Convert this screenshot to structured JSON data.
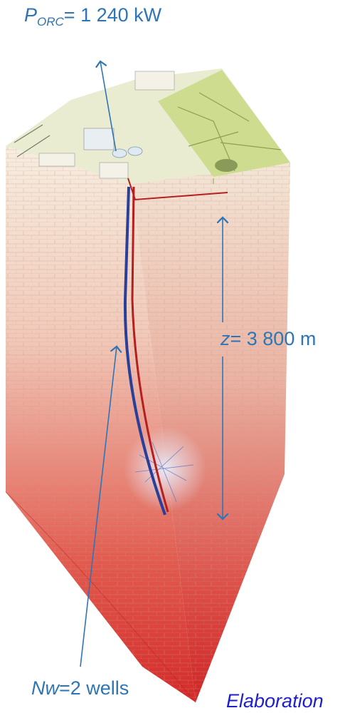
{
  "labels": {
    "power_symbol": "P",
    "power_subscript": "ORC",
    "power_value": "= 1 240 kW",
    "depth_symbol": "z",
    "depth_value": "= 3 800 m",
    "wells_symbol": "Nw",
    "wells_value": "=2 wells",
    "elaboration_text": "Elaboration"
  },
  "colors": {
    "annotation": "#2e75b6",
    "footer_text": "#1f1fcc",
    "rock_red": "#d9242a",
    "injection_pipe": "#2a3f9a",
    "production_pipe": "#b3201f"
  }
}
